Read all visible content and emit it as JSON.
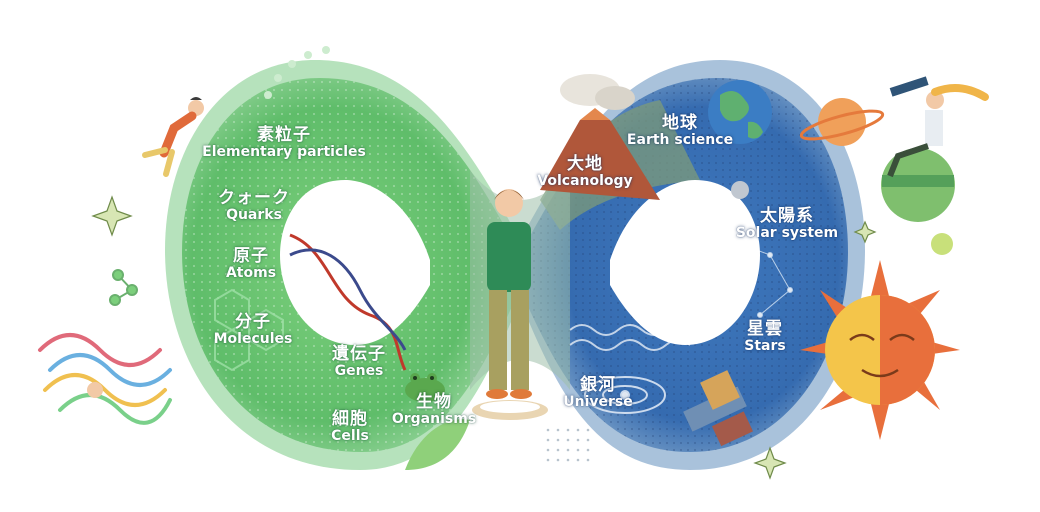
{
  "colors": {
    "green_outer": "#a8dbb0",
    "green_mid": "#66c36e",
    "green_deep": "#3e9a52",
    "blue_outer": "#9ab7d2",
    "blue_mid": "#4e86c2",
    "blue_deep": "#2b4f8e",
    "sun_orange": "#e86f3c",
    "sun_yellow": "#f4c54a"
  },
  "left_loop": {
    "items": [
      {
        "ja": "素粒子",
        "en": "Elementary particles"
      },
      {
        "ja": "クォーク",
        "en": "Quarks"
      },
      {
        "ja": "原子",
        "en": "Atoms"
      },
      {
        "ja": "分子",
        "en": "Molecules"
      },
      {
        "ja": "遺伝子",
        "en": "Genes"
      },
      {
        "ja": "細胞",
        "en": "Cells"
      },
      {
        "ja": "生物",
        "en": "Organisms"
      }
    ]
  },
  "right_loop": {
    "items": [
      {
        "ja": "大地",
        "en": "Volcanology"
      },
      {
        "ja": "地球",
        "en": "Earth science"
      },
      {
        "ja": "太陽系",
        "en": "Solar system"
      },
      {
        "ja": "星雲",
        "en": "Stars"
      },
      {
        "ja": "銀河",
        "en": "Universe"
      }
    ]
  },
  "illustrations": [
    "person-center-icon",
    "dna-helix-icon",
    "volcano-icon",
    "earth-globe-icon",
    "saturn-planet-icon",
    "sun-face-icon",
    "satellite-icon",
    "galaxy-spiral-icon",
    "frog-icon",
    "telescope-person-icon",
    "jumping-person-icon",
    "ribbons-person-icon"
  ]
}
